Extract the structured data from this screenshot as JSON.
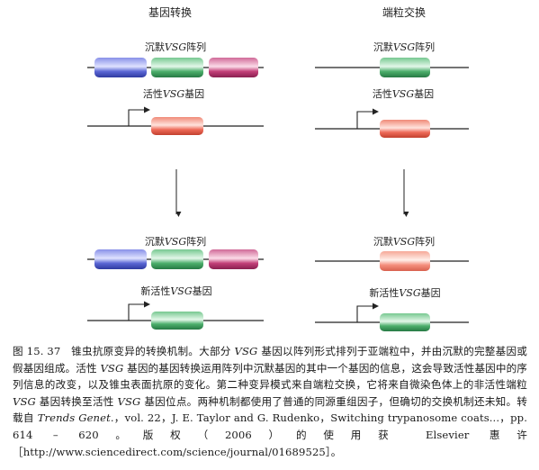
{
  "colors": {
    "blue": "#4a56c8",
    "green": "#3ea860",
    "magenta": "#b8336e",
    "red": "#ec5a4c",
    "line": "#222222"
  },
  "left_panel": {
    "title": "基因转换",
    "top_array_label": {
      "prefix": "沉默",
      "italic": "VSG",
      "suffix": "阵列"
    },
    "top_active_label": {
      "prefix": "活性",
      "italic": "VSG",
      "suffix": "基因"
    },
    "bottom_array_label": {
      "prefix": "沉默",
      "italic": "VSG",
      "suffix": "阵列"
    },
    "bottom_active_label": {
      "prefix": "新活性",
      "italic": "VSG",
      "suffix": "基因"
    }
  },
  "right_panel": {
    "title": "端粒交换",
    "top_array_label": {
      "prefix": "沉默",
      "italic": "VSG",
      "suffix": "阵列"
    },
    "top_active_label": {
      "prefix": "活性",
      "italic": "VSG",
      "suffix": "基因"
    },
    "bottom_array_label": {
      "prefix": "沉默",
      "italic": "VSG",
      "suffix": "阵列"
    },
    "bottom_active_label": {
      "prefix": "新活性",
      "italic": "VSG",
      "suffix": "基因"
    }
  },
  "caption": {
    "figure": "图 15. 37",
    "s1": "锥虫抗原变异的转换机制。大部分 ",
    "i1": "VSG",
    "s2": " 基因以阵列形式排列于亚端粒中，并由沉默的完整基因或假基因组成。活性 ",
    "i2": "VSG",
    "s3": " 基因的基因转换运用阵列中沉默基因的其中一个基因的信息，这会导致活性基因中的序列信息的改变，以及锥虫表面抗原的变化。第二种变异模式来自端粒交换，它将来自微染色体上的非活性端粒 ",
    "i3": "VSG",
    "s4": " 基因转换至活性 ",
    "i4": "VSG",
    "s5": " 基因位点。两种机制都使用了普通的同源重组因子，但确切的交换机制还未知。转载自 ",
    "i5": "Trends Genet.",
    "s6": "，vol. 22，J. E. Taylor and G. Rudenko，Switching trypanosome coats...，pp. 614 – 620。版权（2006）的使用获 Elsevier 惠许［http://www.sciencedirect.com/science/journal/01689525］。"
  }
}
